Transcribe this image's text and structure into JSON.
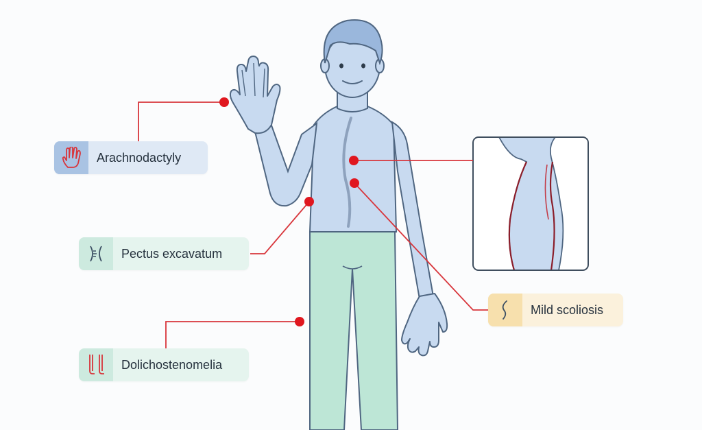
{
  "colors": {
    "skin": "#c8daf0",
    "skin_stroke": "#4f6681",
    "hair": "#9ab7dc",
    "pants": "#bde6d6",
    "leader": "#d8353b",
    "dot": "#e0171f",
    "spine": "#8ea2bd"
  },
  "labels": {
    "arachnodactyly": {
      "text": "Arachnodactyly",
      "icon": "hand-icon"
    },
    "pectus": {
      "text": "Pectus excavatum",
      "icon": "chest-icon"
    },
    "dolicho": {
      "text": "Dolichostenomelia",
      "icon": "long-limbs-icon"
    },
    "scoliosis": {
      "text": "Mild scoliosis",
      "icon": "spine-curve-icon"
    }
  },
  "inset": {
    "icon": "side-view-spine-icon"
  }
}
